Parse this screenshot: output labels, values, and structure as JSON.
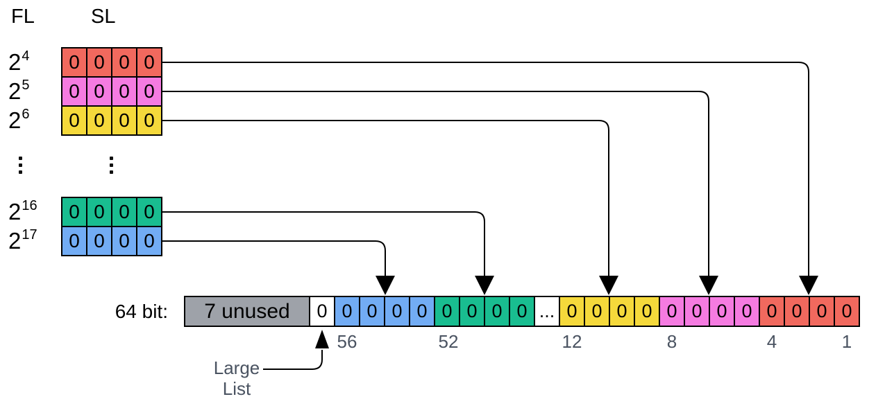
{
  "headers": {
    "fl": "FL",
    "sl": "SL"
  },
  "fl_table": {
    "ellipsis": "⋮",
    "rows": [
      {
        "power_base": "2",
        "power_exp": "4",
        "color_name": "red",
        "color": "#F1695E",
        "cells": [
          "0",
          "0",
          "0",
          "0"
        ]
      },
      {
        "power_base": "2",
        "power_exp": "5",
        "color_name": "pink",
        "color": "#F57BE1",
        "cells": [
          "0",
          "0",
          "0",
          "0"
        ]
      },
      {
        "power_base": "2",
        "power_exp": "6",
        "color_name": "yellow",
        "color": "#F5D93B",
        "cells": [
          "0",
          "0",
          "0",
          "0"
        ]
      },
      {
        "power_base": "2",
        "power_exp": "16",
        "color_name": "green",
        "color": "#19BD90",
        "cells": [
          "0",
          "0",
          "0",
          "0"
        ]
      },
      {
        "power_base": "2",
        "power_exp": "17",
        "color_name": "blue",
        "color": "#72ACF4",
        "cells": [
          "0",
          "0",
          "0",
          "0"
        ]
      }
    ]
  },
  "bit_word": {
    "label": "64 bit:",
    "unused_label": "7 unused",
    "cells": [
      {
        "value": "0",
        "color_name": "white"
      },
      {
        "value": "0",
        "color_name": "blue"
      },
      {
        "value": "0",
        "color_name": "blue"
      },
      {
        "value": "0",
        "color_name": "blue"
      },
      {
        "value": "0",
        "color_name": "blue"
      },
      {
        "value": "0",
        "color_name": "green"
      },
      {
        "value": "0",
        "color_name": "green"
      },
      {
        "value": "0",
        "color_name": "green"
      },
      {
        "value": "0",
        "color_name": "green"
      },
      {
        "value": "...",
        "color_name": "white"
      },
      {
        "value": "0",
        "color_name": "yellow"
      },
      {
        "value": "0",
        "color_name": "yellow"
      },
      {
        "value": "0",
        "color_name": "yellow"
      },
      {
        "value": "0",
        "color_name": "yellow"
      },
      {
        "value": "0",
        "color_name": "pink"
      },
      {
        "value": "0",
        "color_name": "pink"
      },
      {
        "value": "0",
        "color_name": "pink"
      },
      {
        "value": "0",
        "color_name": "pink"
      },
      {
        "value": "0",
        "color_name": "red"
      },
      {
        "value": "0",
        "color_name": "red"
      },
      {
        "value": "0",
        "color_name": "red"
      },
      {
        "value": "0",
        "color_name": "red"
      }
    ],
    "bit_labels": [
      "56",
      "52",
      "12",
      "8",
      "4",
      "1"
    ]
  },
  "large_list": {
    "line1": "Large",
    "line2": "List"
  },
  "colors": {
    "red": "#F1695E",
    "pink": "#F57BE1",
    "yellow": "#F5D93B",
    "green": "#19BD90",
    "blue": "#72ACF4",
    "unused_gray": "#9EA2A9",
    "annotation_text": "#4A5361",
    "border": "#000000"
  }
}
